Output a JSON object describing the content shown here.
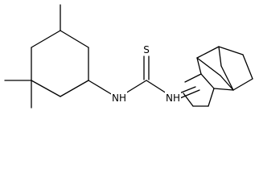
{
  "molecule": {
    "atoms": {
      "sulfur": "S",
      "nh_left": "NH",
      "nh_right": "NH"
    }
  },
  "colors": {
    "bond": "#000000",
    "background": "#ffffff"
  }
}
